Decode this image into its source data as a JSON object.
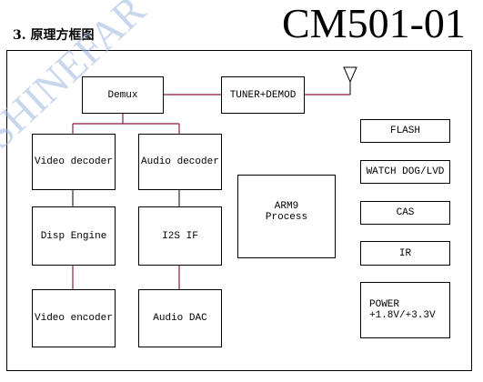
{
  "header": {
    "section_title": "3. 原理方框图",
    "model_number": "CM501-01"
  },
  "watermark": "SHINEFAR",
  "blocks": {
    "demux": "Demux",
    "tuner": "TUNER+DEMOD",
    "video_decoder": "Video decoder",
    "audio_decoder": "Audio decoder",
    "disp_engine": "Disp Engine",
    "i2s_if": "I2S IF",
    "video_encoder": "Video encoder",
    "audio_dac": "Audio DAC",
    "arm9": "ARM9\nProcess",
    "flash": "FLASH",
    "watchdog": "WATCH DOG/LVD",
    "cas": "CAS",
    "ir": "IR",
    "power": "POWER\n+1.8V/+3.3V"
  },
  "colors": {
    "wire": "#8b1a4a",
    "border": "#000000",
    "watermark": "#9db8e0"
  }
}
